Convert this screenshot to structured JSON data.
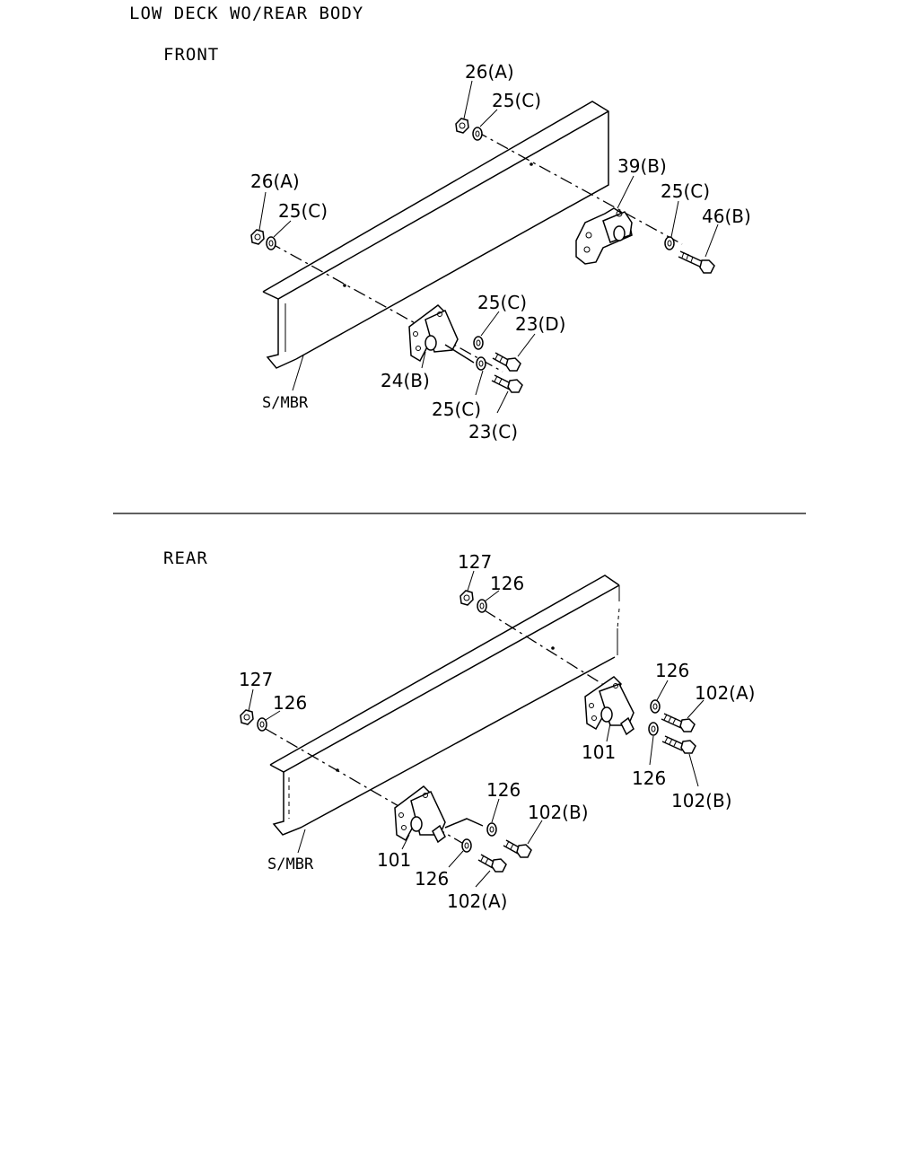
{
  "header": {
    "title": "LOW DECK WO/REAR BODY"
  },
  "front": {
    "section_label": "FRONT",
    "member_label": "S/MBR",
    "callouts": {
      "nut_top": "26(A)",
      "washer_top": "25(C)",
      "nut_left": "26(A)",
      "washer_left": "25(C)",
      "bracket_right": "39(B)",
      "washer_right": "25(C)",
      "bolt_right": "46(B)",
      "washer_mid_upper": "25(C)",
      "bolt_mid_upper": "23(D)",
      "bracket_mid": "24(B)",
      "washer_mid_lower": "25(C)",
      "bolt_mid_lower": "23(C)"
    }
  },
  "rear": {
    "section_label": "REAR",
    "member_label": "S/MBR",
    "callouts": {
      "nut_top": "127",
      "washer_top": "126",
      "nut_left": "127",
      "washer_left": "126",
      "washer_right_upper": "126",
      "bolt_right_upper": "102(A)",
      "bracket_right": "101",
      "washer_right_lower": "126",
      "bolt_right_lower": "102(B)",
      "washer_mid_upper": "126",
      "bolt_mid_upper": "102(B)",
      "bracket_mid": "101",
      "washer_mid_lower": "126",
      "bolt_mid_lower": "102(A)"
    }
  }
}
